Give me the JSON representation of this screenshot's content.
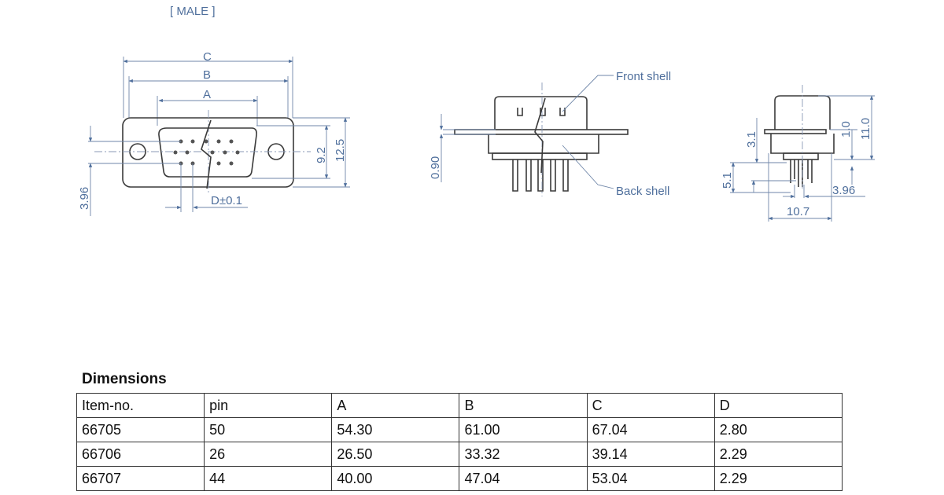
{
  "drawing": {
    "view_label": "[ MALE ]",
    "front": {
      "dim_c": "C",
      "dim_b": "B",
      "dim_a": "A",
      "dim_d": "D±0.1",
      "dim_92": "9.2",
      "dim_125": "12.5",
      "dim_396": "3.96"
    },
    "side": {
      "front_shell": "Front shell",
      "back_shell": "Back shell",
      "dim_090": "0.90"
    },
    "end": {
      "dim_31": "3.1",
      "dim_10": "1.0",
      "dim_110": "11.0",
      "dim_51": "5.1",
      "dim_396": "3.96",
      "dim_107": "10.7"
    }
  },
  "table": {
    "title": "Dimensions",
    "headers": [
      "Item-no.",
      "pin",
      "A",
      "B",
      "C",
      "D"
    ],
    "rows": [
      [
        "66705",
        "50",
        "54.30",
        "61.00",
        "67.04",
        "2.80"
      ],
      [
        "66706",
        "26",
        "26.50",
        "33.32",
        "39.14",
        "2.29"
      ],
      [
        "66707",
        "44",
        "40.00",
        "47.04",
        "53.04",
        "2.29"
      ]
    ]
  }
}
